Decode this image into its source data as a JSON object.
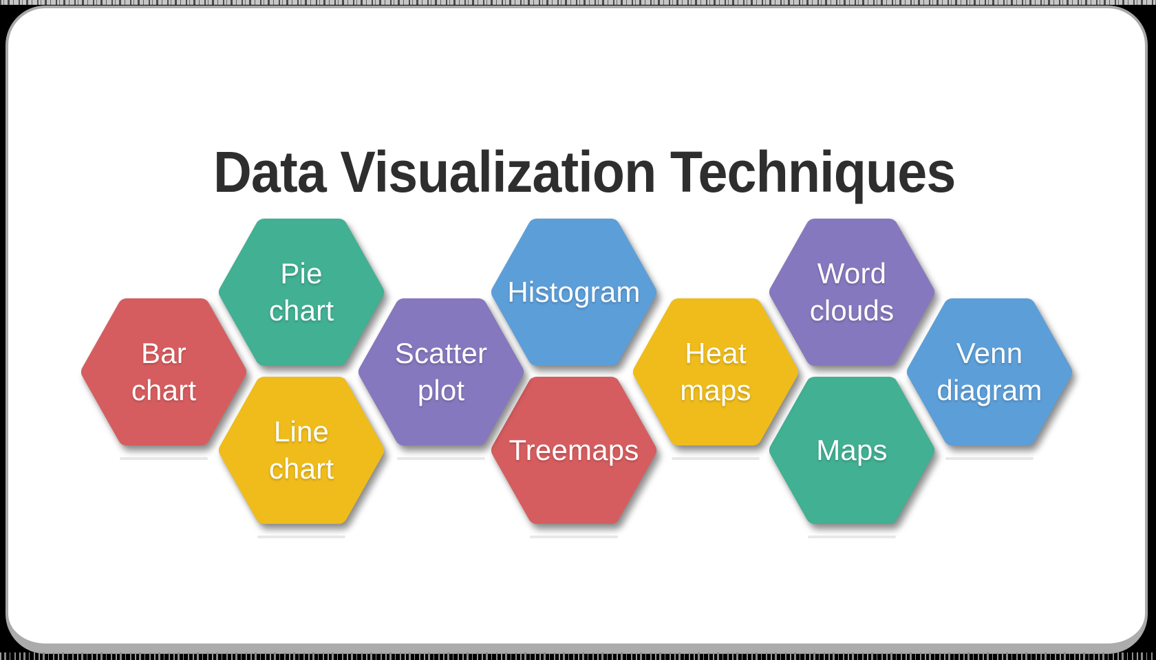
{
  "title": "Data Visualization Techniques",
  "colors": {
    "red": "#D65D5F",
    "teal": "#41B093",
    "yellow": "#EFBC1B",
    "purple": "#8678BE",
    "blue": "#5C9ED8",
    "card_background": "#FFFFFF",
    "page_background": "#000000",
    "card_border": "#A8A8A8",
    "title_text": "#2E2E2E",
    "label_text": "#FFFFFF",
    "underline": "#E8E8E8"
  },
  "hexagons": [
    {
      "id": "bar-chart",
      "label": "Bar\nchart",
      "color": "red"
    },
    {
      "id": "pie-chart",
      "label": "Pie\nchart",
      "color": "teal"
    },
    {
      "id": "line-chart",
      "label": "Line\nchart",
      "color": "yellow"
    },
    {
      "id": "scatter-plot",
      "label": "Scatter\nplot",
      "color": "purple"
    },
    {
      "id": "histogram",
      "label": "Histogram",
      "color": "blue"
    },
    {
      "id": "treemaps",
      "label": "Treemaps",
      "color": "red"
    },
    {
      "id": "heat-maps",
      "label": "Heat\nmaps",
      "color": "yellow"
    },
    {
      "id": "word-clouds",
      "label": "Word\nclouds",
      "color": "purple"
    },
    {
      "id": "maps",
      "label": "Maps",
      "color": "teal"
    },
    {
      "id": "venn-diagram",
      "label": "Venn\ndiagram",
      "color": "blue"
    }
  ]
}
